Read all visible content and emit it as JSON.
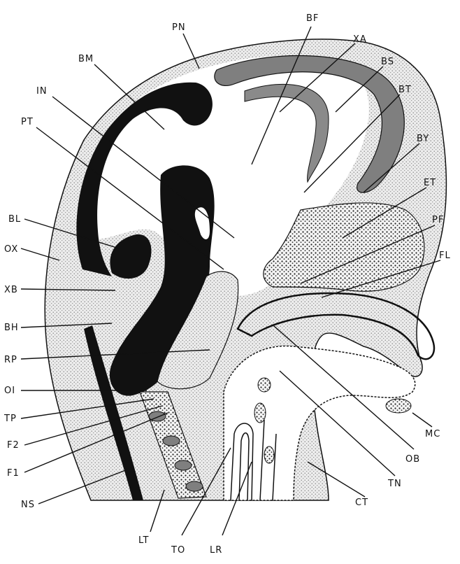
{
  "labels": {
    "PN": "PN",
    "BF": "BF",
    "XA": "XA",
    "BM": "BM",
    "BS": "BS",
    "IN": "IN",
    "BT": "BT",
    "PT": "PT",
    "BY": "BY",
    "ET": "ET",
    "BL": "BL",
    "PF": "PF",
    "OX": "OX",
    "FL": "FL",
    "XB": "XB",
    "BH": "BH",
    "RP": "RP",
    "OI": "OI",
    "TP": "TP",
    "MC": "MC",
    "F2": "F2",
    "OB": "OB",
    "F1": "F1",
    "NS": "NS",
    "TN": "TN",
    "CT": "CT",
    "LT": "LT",
    "TO": "TO",
    "LR": "LR"
  },
  "colors": {
    "ink": "#111111",
    "stipple": "#d9d9d9",
    "medium_gray": "#7f7f7f",
    "paper": "#ffffff"
  }
}
